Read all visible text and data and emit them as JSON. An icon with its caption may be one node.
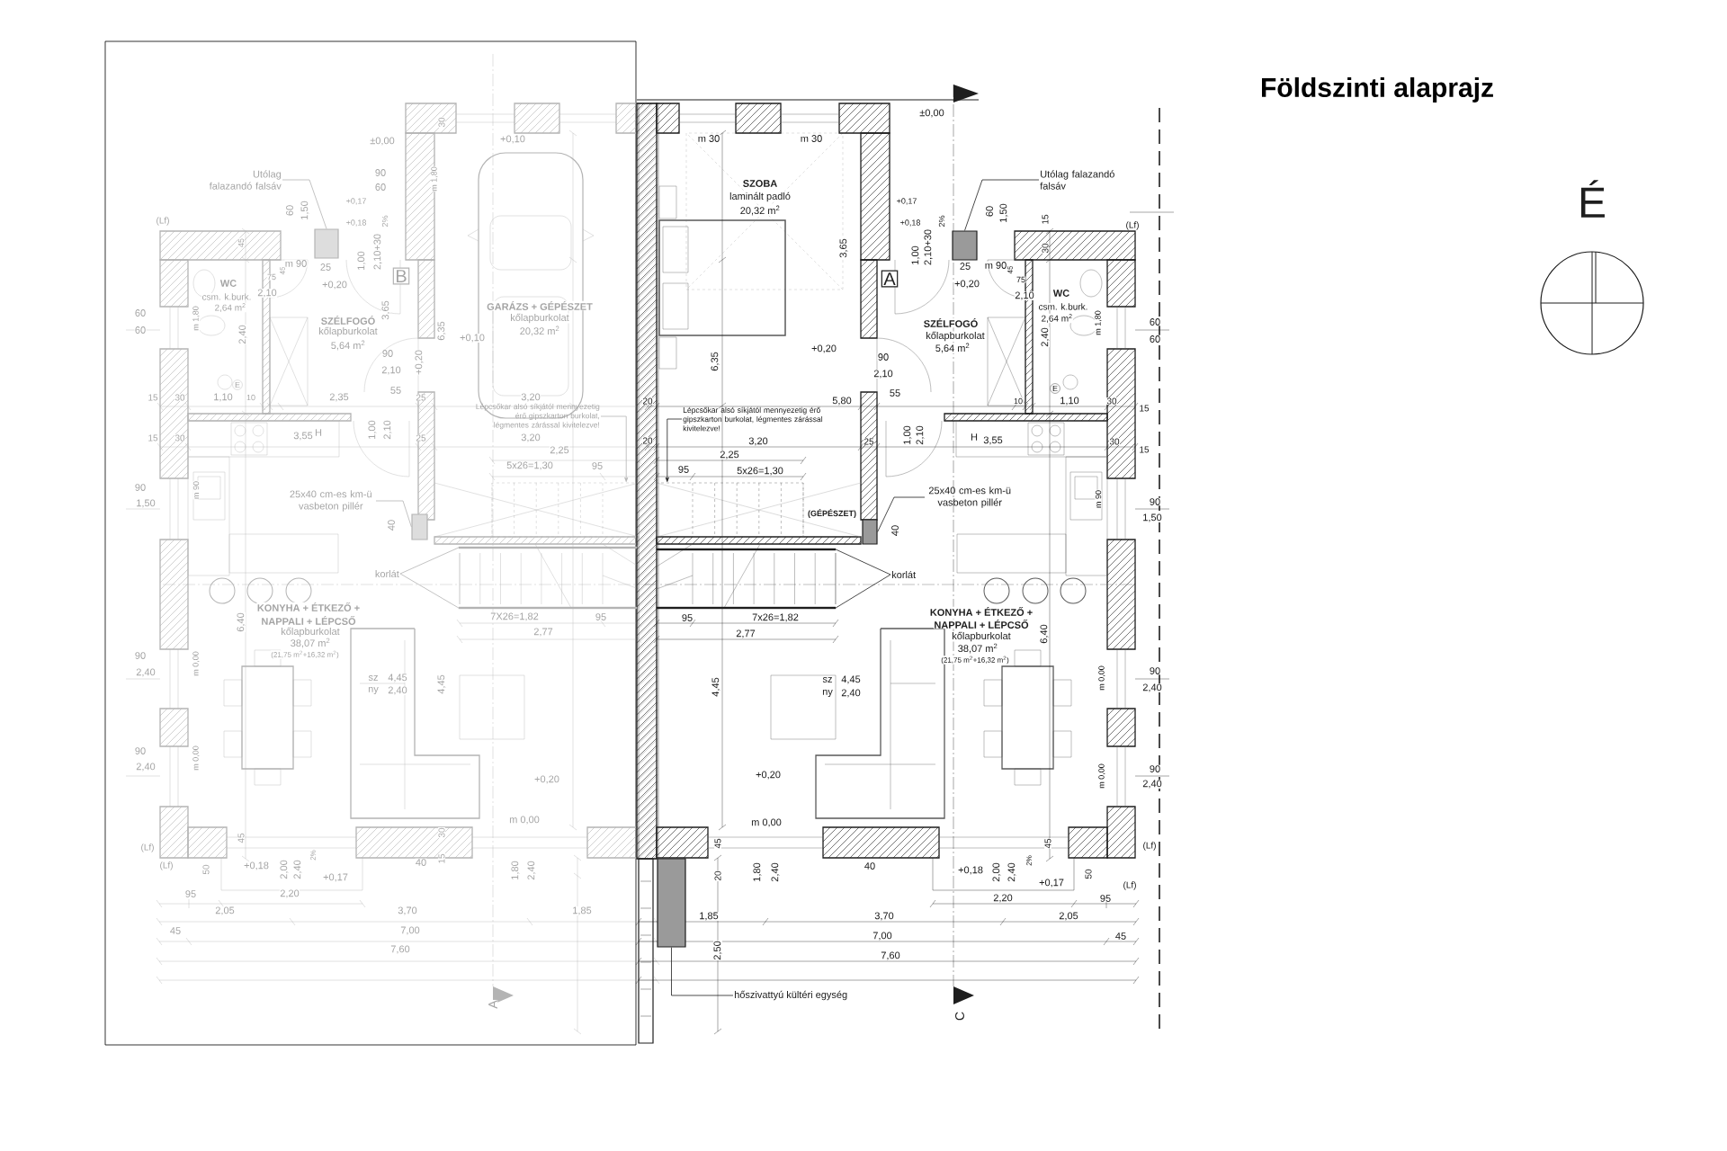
{
  "diagram": {
    "title": "Földszinti alaprajz",
    "nodes": [
      {
        "text": [
          "Utólag falazandó falsáv"
        ]
      },
      {
        "text": [],
        "shape": "box"
      },
      {
        "text": [
          "25x40 cm-es km-ü vasbeton pillér"
        ]
      },
      {
        "text": [],
        "shape": "box"
      },
      {
        "text": [
          "korlát"
        ]
      },
      {
        "text": [],
        "shape": "bar"
      },
      {
        "text": [],
        "shape": "bar"
      },
      {
        "text": [
          "Lépcsőkar alsó síkjától mennyezetig érő gipszkarton burkolat, légmentes zárással kivitelezve!"
        ]
      },
      {
        "text": [
          "hőszivattyú kültéri egység"
        ]
      },
      {
        "text": [],
        "shape": "box"
      },
      {
        "text": [
          "Utólag falazandó falsáv"
        ]
      },
      {
        "text": [],
        "shape": "box"
      },
      {
        "text": [
          "25x40 cm-es km-ü vasbeton pillér"
        ]
      },
      {
        "text": [],
        "shape": "box"
      },
      {
        "text": [
          "korlát"
        ]
      },
      {
        "text": [],
        "shape": "bar"
      },
      {
        "text": [],
        "shape": "bar"
      },
      {
        "text": [
          "Lépcsőkar alsó síkjától mennyezetig érő gipszkarton burkolat, légmentes zárással kivitelezve!"
        ]
      },
      {
        "text": [],
        "shape": "box"
      },
      {
        "text": [],
        "shape": "box"
      }
    ],
    "edges": [
      {
        "from": 0,
        "to": 1,
        "arrow": "none"
      },
      {
        "from": 2,
        "to": 3,
        "arrow": "none"
      },
      {
        "from": 4,
        "to": 5,
        "arrow": "none"
      },
      {
        "from": 4,
        "to": 6,
        "arrow": "none"
      },
      {
        "from": 7,
        "to": 18,
        "arrow": "to"
      },
      {
        "from": 8,
        "to": 9,
        "arrow": "none"
      },
      {
        "from": 10,
        "to": 11,
        "arrow": "none",
        "color": "#b4b4b4"
      },
      {
        "from": 12,
        "to": 13,
        "arrow": "none",
        "color": "#b4b4b4"
      },
      {
        "from": 14,
        "to": 15,
        "arrow": "none",
        "color": "#b4b4b4"
      },
      {
        "from": 14,
        "to": 16,
        "arrow": "none",
        "color": "#b4b4b4"
      },
      {
        "from": 17,
        "to": 19,
        "arrow": "to",
        "color": "#b4b4b4"
      }
    ],
    "labels": [
      "±0,00",
      "m 30",
      "m 30",
      "SZOBA",
      "laminált padló",
      "20,32 m$^{2}$",
      "+0,17",
      "+0,18",
      "2%",
      "60",
      "1,50",
      "15",
      "30",
      "3,65",
      "1,00",
      "2,10+30",
      "A",
      "25",
      "m 90",
      "45",
      "75",
      "+0,20",
      "2,10",
      "WC",
      "csm. k.burk.",
      "2,64 m$^{2}$",
      "m 1,80",
      "SZÉLFOGÓ",
      "kőlapburkolat",
      "5,64 m$^{2}$",
      "2,40",
      "6,35",
      "+0,20",
      "90",
      "2,10",
      "55",
      "E",
      "20",
      "5,80",
      "10",
      "1,10",
      "30",
      "15",
      "20",
      "3,20",
      "25",
      "1,00",
      "2,10",
      "H",
      "3,55",
      "30",
      "15",
      "(Lf)",
      "60",
      "60",
      "2,25",
      "95",
      "5x26=1,30",
      "m 90",
      "90",
      "1,50",
      "(GÉPÉSZET)",
      "40",
      "KONYHA + ÉTKEZŐ +",
      "NAPPALI + LÉPCSŐ",
      "kőlapburkolat",
      "38,07 m$^{2}$",
      "(21,75 m$^{2}$+16,32 m$^{2}$)",
      "95",
      "7x26=1,82",
      "6,40",
      "2,77",
      "90",
      "m 0,00",
      "2,40",
      "sz",
      "4,45",
      "ny",
      "2,40",
      "4,45",
      "90",
      "m 0,00",
      "2,40",
      "+0,20",
      "m 0,00",
      "45",
      "45",
      "(Lf)",
      "40",
      "+0,18",
      "2,00",
      "2,40",
      "2%",
      "+0,17",
      "50",
      "(Lf)",
      "20",
      "1,80",
      "2,40",
      "2,20",
      "95",
      "1,85",
      "3,70",
      "2,05",
      "7,00",
      "45",
      "7,60",
      "2,50",
      "C",
      "É",
      "±0,00",
      "+0,10",
      "30",
      "90",
      "60",
      "m 1,80",
      "(Lf)",
      "60",
      "1,50",
      "+0,17",
      "+0,18",
      "2%",
      "45",
      "2,10+30",
      "1,00",
      "B",
      "m 90",
      "45",
      "25",
      "75",
      "+0,20",
      "2,10",
      "WC",
      "csm. k.burk.",
      "2,64 m$^{2}$",
      "60",
      "60",
      "m 1,80",
      "3,65",
      "SZÉLFOGÓ",
      "kőlapburkolat",
      "5,64 m$^{2}$",
      "2,40",
      "6,35",
      "+0,10",
      "GARÁZS + GÉPÉSZET",
      "kőlapburkolat",
      "20,32 m$^{2}$",
      "90",
      "2,10",
      "+0,20",
      "55",
      "E",
      "15",
      "30",
      "1,10",
      "10",
      "2,35",
      "25",
      "3,20",
      "15",
      "30",
      "3,55",
      "H",
      "1,00",
      "2,10",
      "25",
      "3,20",
      "2,25",
      "5x26=1,30",
      "95",
      "90",
      "1,50",
      "m 90",
      "40",
      "KONYHA + ÉTKEZŐ +",
      "NAPPALI + LÉPCSŐ",
      "kőlapburkolat",
      "38,07 m$^{2}$",
      "(21,75 m$^{2}$+16,32 m$^{2}$)",
      "6,40",
      "7X26=1,82",
      "95",
      "2,77",
      "90",
      "2,40",
      "m 0,00",
      "sz",
      "4,45",
      "ny",
      "2,40",
      "4,45",
      "90",
      "2,40",
      "m 0,00",
      "+0,20",
      "m 0,00",
      "45",
      "30",
      "15",
      "(Lf)",
      "(Lf)",
      "50",
      "+0,18",
      "2,00",
      "2,40",
      "2%",
      "+0,17",
      "40",
      "1,80",
      "2,40",
      "95",
      "2,20",
      "2,05",
      "3,70",
      "1,85",
      "45",
      "7,00",
      "7,60",
      "A"
    ]
  }
}
